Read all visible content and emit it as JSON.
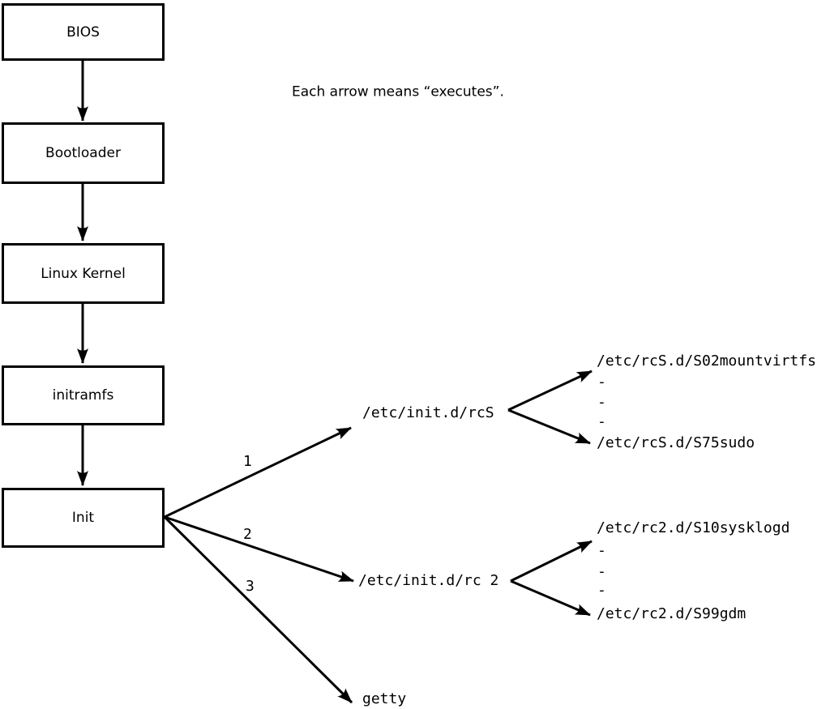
{
  "title": "Each arrow means “executes”.",
  "nodes": [
    {
      "label": "BIOS"
    },
    {
      "label": "Bootloader"
    },
    {
      "label": "Linux Kernel"
    },
    {
      "label": "initramfs"
    },
    {
      "label": "Init"
    }
  ],
  "branches": [
    {
      "number": "1",
      "target": "/etc/init.d/rcS"
    },
    {
      "number": "2",
      "target": "/etc/init.d/rc 2"
    },
    {
      "number": "3",
      "target": "getty"
    }
  ],
  "rcs_children": [
    "/etc/rcS.d/S02mountvirtfs",
    "-",
    "-",
    "-",
    "/etc/rcS.d/S75sudo"
  ],
  "rc2_children": [
    "/etc/rc2.d/S10sysklogd",
    "-",
    "-",
    "-",
    "/etc/rc2.d/S99gdm"
  ],
  "colors": {
    "line": "#000000",
    "background": "#ffffff",
    "text": "#000000"
  }
}
